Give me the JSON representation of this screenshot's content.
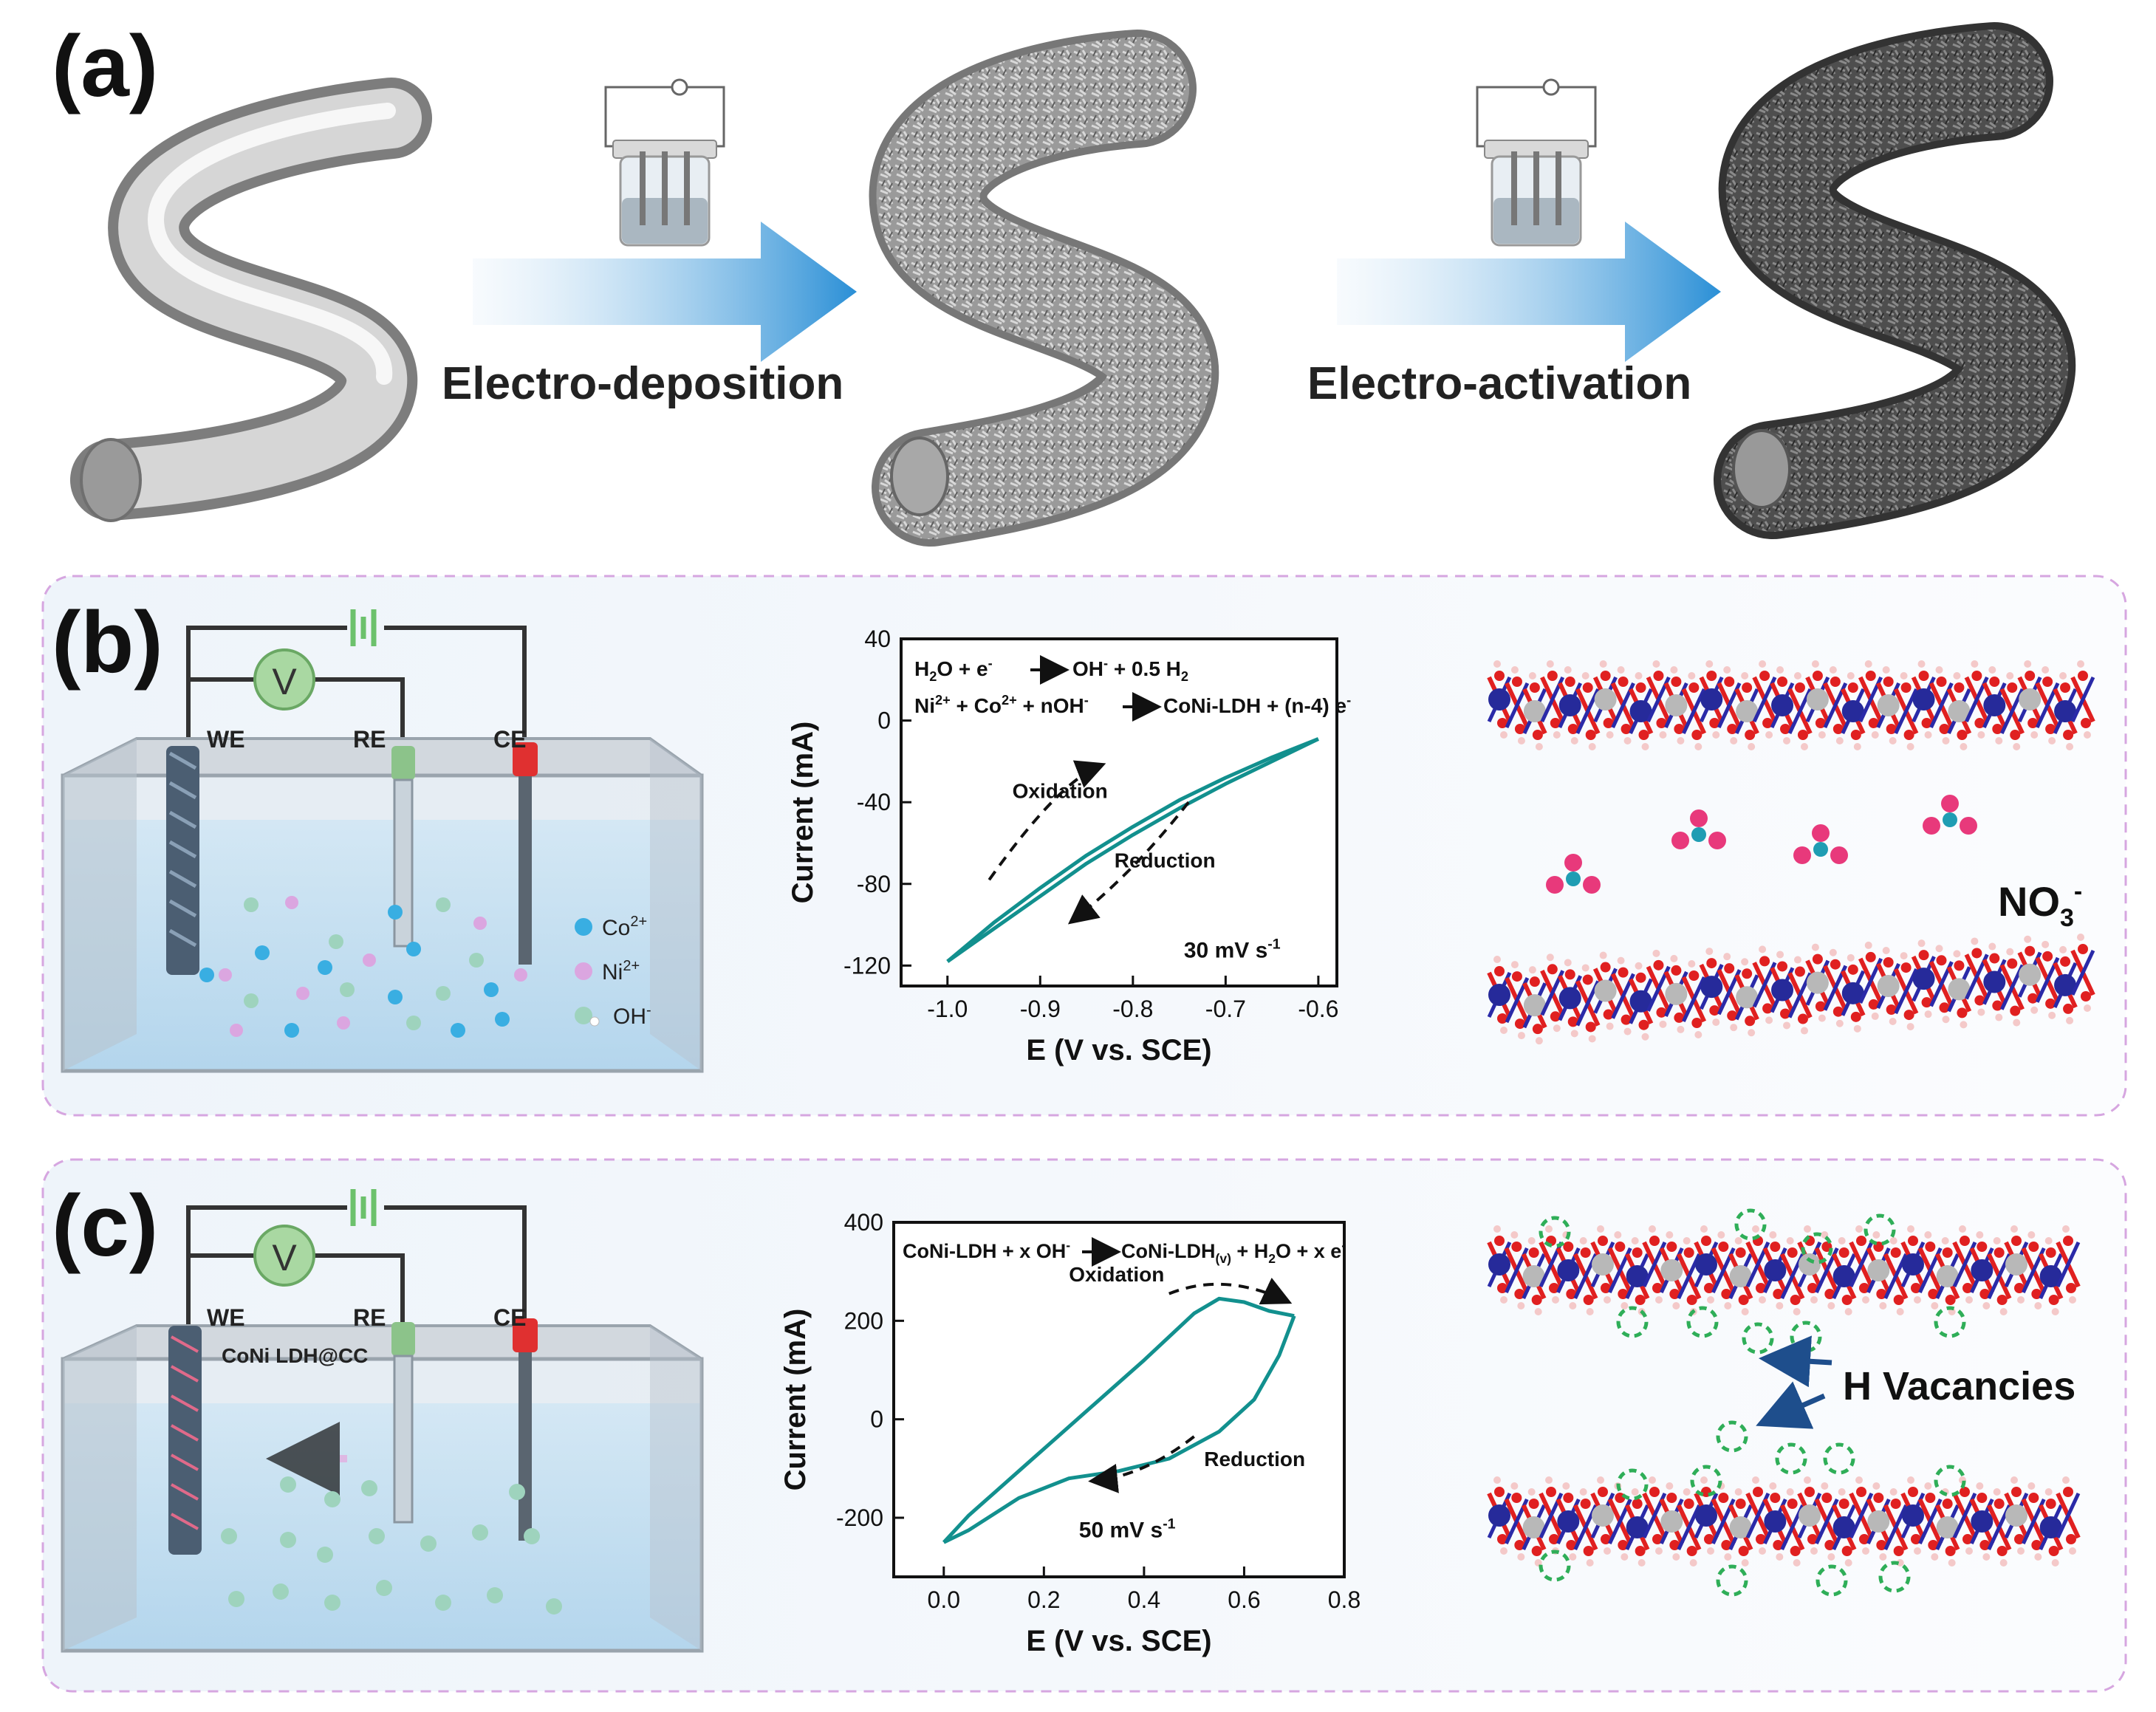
{
  "panels": {
    "a": {
      "label": "(a)",
      "step1": "Electro-deposition",
      "step2": "Electro-activation"
    },
    "b": {
      "label": "(b)",
      "cell": {
        "we": "WE",
        "re": "RE",
        "ce": "CE",
        "meter": "V"
      },
      "legend": {
        "co": "Co",
        "co_sup": "2+",
        "ni": "Ni",
        "ni_sup": "2+",
        "oh": "OH",
        "oh_sup": "-"
      },
      "ion_label": "NO",
      "ion_sub": "3",
      "ion_sup": "-"
    },
    "c": {
      "label": "(c)",
      "cell": {
        "we": "WE",
        "re": "RE",
        "ce": "CE",
        "meter": "V",
        "electrode": "CoNi LDH@CC"
      },
      "vacancy_label": "H Vacancies"
    }
  },
  "chart_data": [
    {
      "type": "line",
      "panel": "b",
      "xlabel": "E (V vs. SCE)",
      "ylabel": "Current (mA)",
      "xlim": [
        -1.05,
        -0.58
      ],
      "ylim": [
        -130,
        40
      ],
      "xticks": [
        -1.0,
        -0.9,
        -0.8,
        -0.7,
        -0.6
      ],
      "yticks": [
        -120,
        -80,
        -40,
        0,
        40
      ],
      "x_ticklabels": [
        "-1.0",
        "-0.9",
        "-0.8",
        "-0.7",
        "-0.6"
      ],
      "y_ticklabels": [
        "-120",
        "-80",
        "-40",
        "0",
        "40"
      ],
      "eq1": {
        "a": "H",
        "a_sub": "2",
        "b": "O + e",
        "b_sup": "-",
        "c": "OH",
        "c_sup": "-",
        "d": " + 0.5 H",
        "d_sub": "2"
      },
      "eq2": {
        "a": "Ni",
        "a_sup": "2+",
        "b": " + Co",
        "b_sup": "2+",
        "c": " + nOH",
        "c_sup": "-",
        "d": "CoNi-LDH + (n-4) e",
        "d_sup": "-"
      },
      "annotations": {
        "oxidation": "Oxidation",
        "reduction": "Reduction",
        "rate": "30 mV s",
        "rate_sup": "-1"
      },
      "series": [
        {
          "x": [
            -1.0,
            -0.95,
            -0.9,
            -0.85,
            -0.8,
            -0.75,
            -0.7,
            -0.65,
            -0.6
          ],
          "y": [
            -118,
            -102,
            -86,
            -70,
            -56,
            -43,
            -31,
            -20,
            -9
          ]
        },
        {
          "x": [
            -1.0,
            -0.95,
            -0.9,
            -0.85,
            -0.8,
            -0.75,
            -0.7,
            -0.65,
            -0.6
          ],
          "y": [
            -118,
            -99,
            -82,
            -66,
            -52,
            -39,
            -28,
            -18,
            -9
          ]
        }
      ]
    },
    {
      "type": "line",
      "panel": "c",
      "xlabel": "E (V vs. SCE)",
      "ylabel": "Current (mA)",
      "xlim": [
        -0.1,
        0.8
      ],
      "ylim": [
        -320,
        400
      ],
      "xticks": [
        0.0,
        0.2,
        0.4,
        0.6,
        0.8
      ],
      "yticks": [
        -200,
        0,
        200,
        400
      ],
      "x_ticklabels": [
        "0.0",
        "0.2",
        "0.4",
        "0.6",
        "0.8"
      ],
      "y_ticklabels": [
        "-200",
        "0",
        "200",
        "400"
      ],
      "eq": {
        "a": "CoNi-LDH + x OH",
        "a_sup": "-",
        "b": "CoNi-LDH",
        "b_sub": "(v)",
        "c": " + H",
        "c_sub": "2",
        "d": "O + x e",
        "d_sup": "-"
      },
      "annotations": {
        "oxidation": "Oxidation",
        "reduction": "Reduction",
        "rate": "50 mV s",
        "rate_sup": "-1"
      },
      "series": [
        {
          "x": [
            0.0,
            0.05,
            0.1,
            0.2,
            0.3,
            0.4,
            0.5,
            0.55,
            0.6,
            0.65,
            0.7
          ],
          "y": [
            -250,
            -195,
            -150,
            -60,
            30,
            120,
            215,
            245,
            238,
            220,
            210
          ]
        },
        {
          "x": [
            0.7,
            0.67,
            0.62,
            0.55,
            0.45,
            0.35,
            0.25,
            0.15,
            0.05,
            0.0
          ],
          "y": [
            210,
            130,
            40,
            -25,
            -80,
            -105,
            -120,
            -160,
            -225,
            -250
          ]
        }
      ]
    }
  ]
}
